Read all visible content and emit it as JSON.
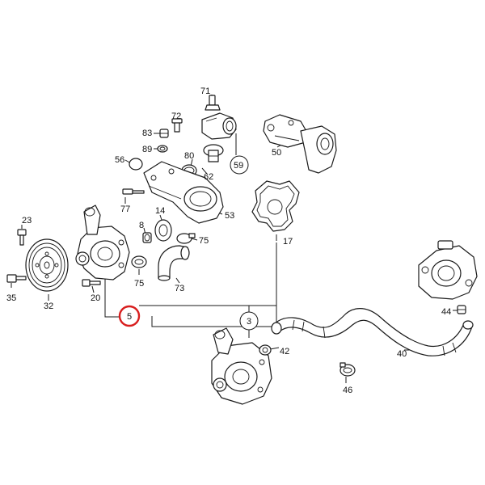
{
  "diagram": {
    "callouts": {
      "c71": "71",
      "c72": "72",
      "c83": "83",
      "c89": "89",
      "c80": "80",
      "c62": "62",
      "c59": "59",
      "c50": "50",
      "c56": "56",
      "c77": "77",
      "c53": "53",
      "c8": "8",
      "c14": "14",
      "c75a": "75",
      "c75b": "75",
      "c73": "73",
      "c17": "17",
      "c23": "23",
      "c35": "35",
      "c32": "32",
      "c20": "20",
      "c5": "5",
      "c3": "3",
      "c42": "42",
      "c40": "40",
      "c44": "44",
      "c46": "46"
    },
    "highlighted_callout": "5",
    "highlight_color": "#d81e1e",
    "line_color": "#1a1a1a"
  }
}
